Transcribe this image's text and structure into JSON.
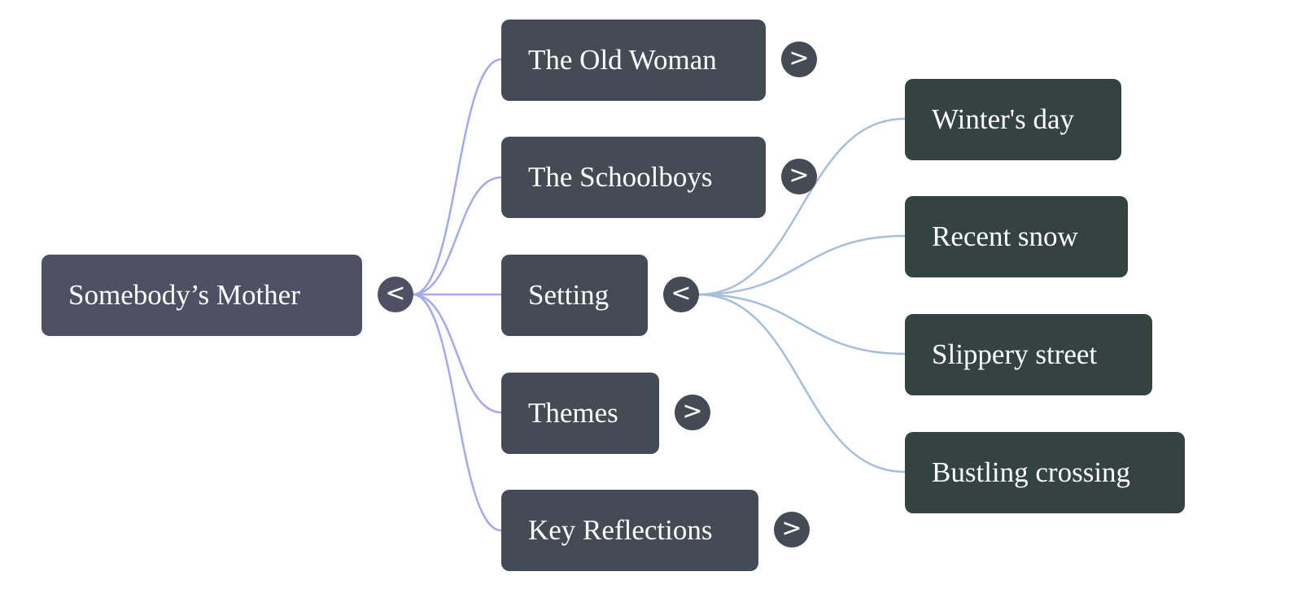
{
  "mindmap": {
    "root": {
      "label": "Somebody’s Mother",
      "toggle": "<",
      "expanded": true
    },
    "branches": [
      {
        "label": "The Old Woman",
        "toggle": ">",
        "expanded": false
      },
      {
        "label": "The Schoolboys",
        "toggle": ">",
        "expanded": false
      },
      {
        "label": "Setting",
        "toggle": "<",
        "expanded": true,
        "children": [
          {
            "label": "Winter's day"
          },
          {
            "label": "Recent snow"
          },
          {
            "label": "Slippery street"
          },
          {
            "label": "Bustling crossing"
          }
        ]
      },
      {
        "label": "Themes",
        "toggle": ">",
        "expanded": false
      },
      {
        "label": "Key Reflections",
        "toggle": ">",
        "expanded": false
      }
    ],
    "colors": {
      "root_fill": "#4f5064",
      "branch_fill": "#444b55",
      "leaf_fill": "#34433f",
      "root_link": "#a3a8f0",
      "branch_link": "#a6bedb",
      "text": "#ffffff"
    }
  }
}
